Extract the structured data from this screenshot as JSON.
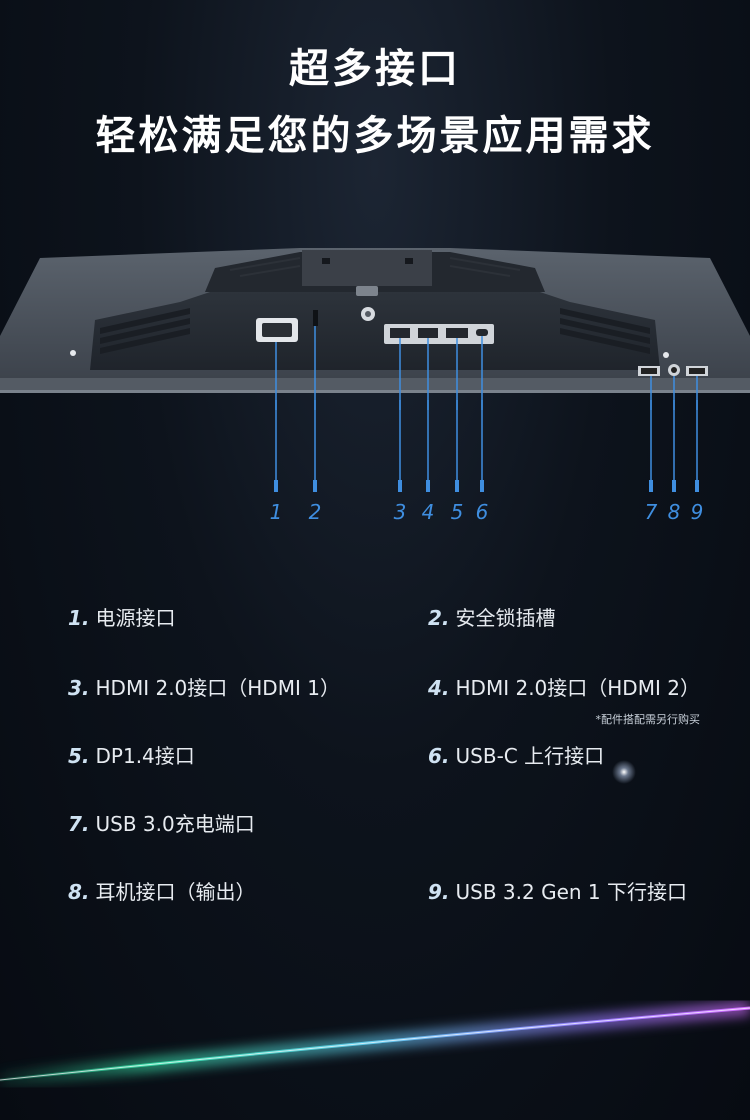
{
  "heading": {
    "line1": "超多接口",
    "line2": "轻松满足您的多场景应用需求"
  },
  "port_numbers": [
    "1",
    "2",
    "3",
    "4",
    "5",
    "6",
    "7",
    "8",
    "9"
  ],
  "ports": [
    {
      "num": "1.",
      "label": "电源接口"
    },
    {
      "num": "2.",
      "label": "安全锁插槽"
    },
    {
      "num": "3.",
      "label": "HDMI 2.0接口（HDMI 1）"
    },
    {
      "num": "4.",
      "label": "HDMI 2.0接口（HDMI 2）"
    },
    {
      "num": "5.",
      "label": "DP1.4接口"
    },
    {
      "num": "6.",
      "label": "USB-C 上行接口"
    },
    {
      "num": "7.",
      "label": "USB 3.0充电端口"
    },
    {
      "num": "8.",
      "label": "耳机接口（输出）"
    },
    {
      "num": "9.",
      "label": "USB 3.2 Gen 1 下行接口"
    }
  ],
  "note": "*配件搭配需另行购买",
  "colors": {
    "accent": "#3f8ee0",
    "background": "#0a0f17"
  }
}
